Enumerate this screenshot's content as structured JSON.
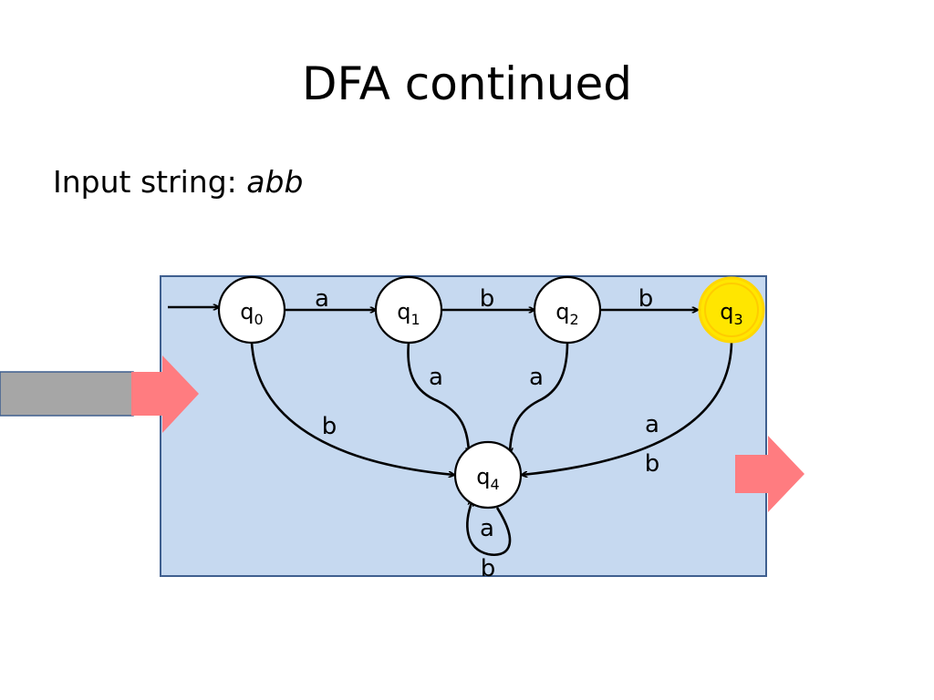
{
  "slide": {
    "title": "DFA continued",
    "input_label": "Input string: ",
    "input_value": "abb"
  },
  "diagram": {
    "states": [
      {
        "id": "q0",
        "base": "q",
        "sub": "0",
        "start": true,
        "highlighted": false
      },
      {
        "id": "q1",
        "base": "q",
        "sub": "1",
        "start": false,
        "highlighted": false
      },
      {
        "id": "q2",
        "base": "q",
        "sub": "2",
        "start": false,
        "highlighted": false
      },
      {
        "id": "q3",
        "base": "q",
        "sub": "3",
        "start": false,
        "highlighted": true
      },
      {
        "id": "q4",
        "base": "q",
        "sub": "4",
        "start": false,
        "highlighted": false
      }
    ],
    "transitions": [
      {
        "from": "q0",
        "to": "q1",
        "label": "a"
      },
      {
        "from": "q1",
        "to": "q2",
        "label": "b"
      },
      {
        "from": "q2",
        "to": "q3",
        "label": "b"
      },
      {
        "from": "q0",
        "to": "q4",
        "label": "b"
      },
      {
        "from": "q1",
        "to": "q4",
        "label": "a"
      },
      {
        "from": "q2",
        "to": "q4",
        "label": "a"
      },
      {
        "from": "q3",
        "to": "q4",
        "label_line1": "a",
        "label_line2": "b"
      },
      {
        "from": "q4",
        "to": "q4",
        "label_line1": "a",
        "label_line2": "b"
      }
    ],
    "colors": {
      "machine_box_fill": "#c6d9f0",
      "machine_box_stroke": "#3f5f8f",
      "input_tape_fill": "#a6a6a6",
      "io_arrow_fill": "#ff7c80",
      "state_fill": "#ffffff",
      "highlight_fill": "#ffe600",
      "highlight_ring": "#ffd700"
    }
  }
}
